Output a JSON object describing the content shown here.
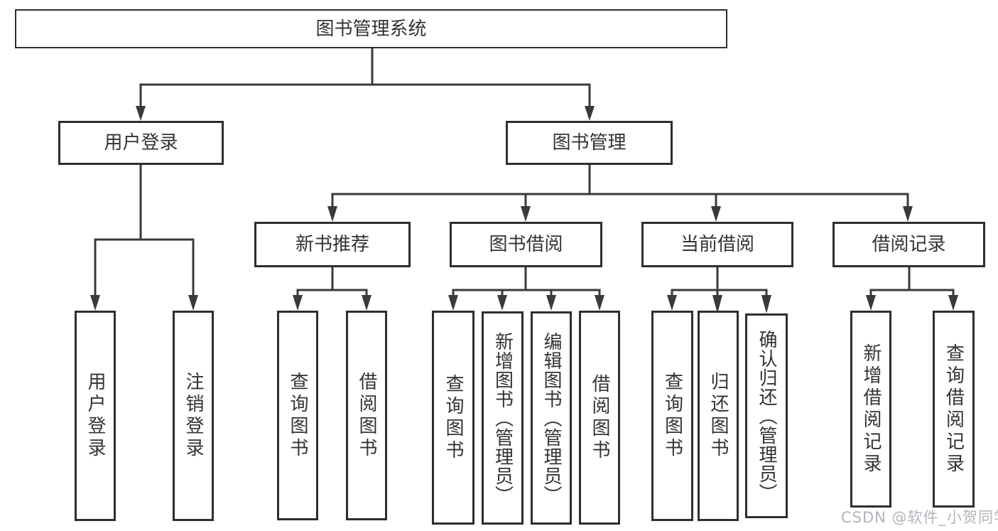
{
  "diagram": {
    "title": "图书管理系统",
    "root": {
      "label": "图书管理系统"
    },
    "branches": [
      {
        "label": "用户登录",
        "children": [
          {
            "label": "用户登录"
          },
          {
            "label": "注销登录"
          }
        ]
      },
      {
        "label": "图书管理",
        "groups": [
          {
            "label": "新书推荐",
            "children": [
              {
                "label": "查询图书"
              },
              {
                "label": "借阅图书"
              }
            ]
          },
          {
            "label": "图书借阅",
            "children": [
              {
                "label": "查询图书"
              },
              {
                "label": "新增图书（管理员）"
              },
              {
                "label": "编辑图书（管理员）"
              },
              {
                "label": "借阅图书"
              }
            ]
          },
          {
            "label": "当前借阅",
            "children": [
              {
                "label": "查询图书"
              },
              {
                "label": "归还图书"
              },
              {
                "label": "确认归还（管理员）"
              }
            ]
          },
          {
            "label": "借阅记录",
            "children": [
              {
                "label": "新增借阅记录"
              },
              {
                "label": "查询借阅记录"
              }
            ]
          }
        ]
      }
    ]
  },
  "watermark": {
    "text": "CSDN @软件_小贺同学"
  },
  "colors": {
    "line": "#3a3a3a",
    "box_border": "#2e2e2e",
    "text": "#333333",
    "watermark": "#b1b5bb",
    "background": "#ffffff"
  }
}
